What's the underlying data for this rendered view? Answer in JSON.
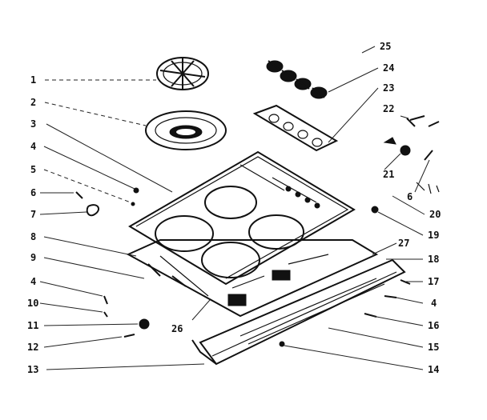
{
  "diagram": {
    "ink_color": "#111111",
    "background": "#ffffff",
    "callouts": [
      "1",
      "2",
      "3",
      "4",
      "5",
      "6",
      "7",
      "8",
      "9",
      "4",
      "10",
      "11",
      "12",
      "13",
      "14",
      "15",
      "16",
      "4",
      "17",
      "18",
      "27",
      "19",
      "20",
      "6",
      "21",
      "22",
      "23",
      "24",
      "25",
      "26"
    ]
  }
}
